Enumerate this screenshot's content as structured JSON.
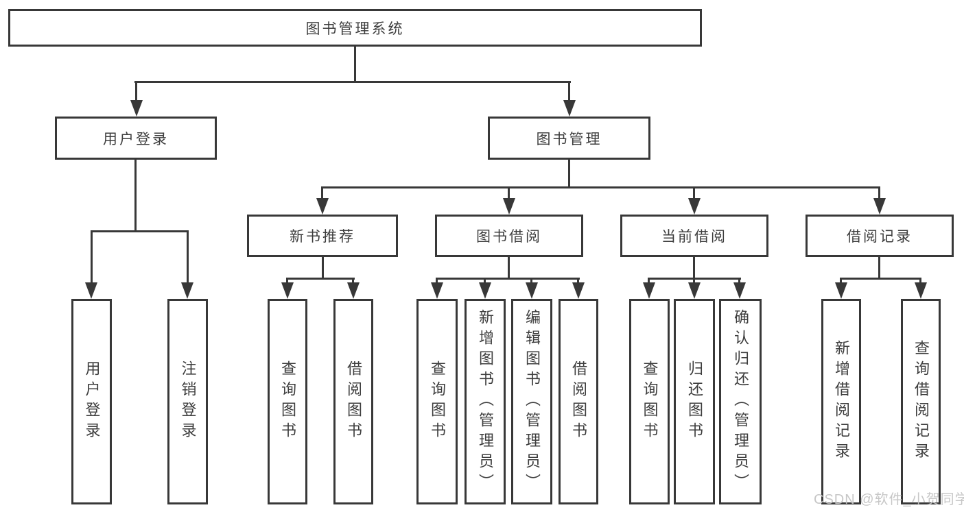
{
  "tree": {
    "root": {
      "label": "图书管理系统"
    },
    "branches": [
      {
        "label": "用户登录",
        "leaves": [
          {
            "label": "用户登录"
          },
          {
            "label": "注销登录"
          }
        ]
      },
      {
        "label": "图书管理",
        "groups": [
          {
            "label": "新书推荐",
            "leaves": [
              {
                "label": "查询图书"
              },
              {
                "label": "借阅图书"
              }
            ]
          },
          {
            "label": "图书借阅",
            "leaves": [
              {
                "label": "查询图书"
              },
              {
                "label": "新增图书（管理员）"
              },
              {
                "label": "编辑图书（管理员）"
              },
              {
                "label": "借阅图书"
              }
            ]
          },
          {
            "label": "当前借阅",
            "leaves": [
              {
                "label": "查询图书"
              },
              {
                "label": "归还图书"
              },
              {
                "label": "确认归还（管理员）"
              }
            ]
          },
          {
            "label": "借阅记录",
            "leaves": [
              {
                "label": "新增借阅记录"
              },
              {
                "label": "查询借阅记录"
              }
            ]
          }
        ]
      }
    ]
  },
  "watermark": {
    "text": "CSDN @软件_小贺同学"
  },
  "colors": {
    "line": "#383838",
    "text": "#3d3d3d",
    "background": "#ffffff",
    "watermark": "#c4c4c4"
  }
}
